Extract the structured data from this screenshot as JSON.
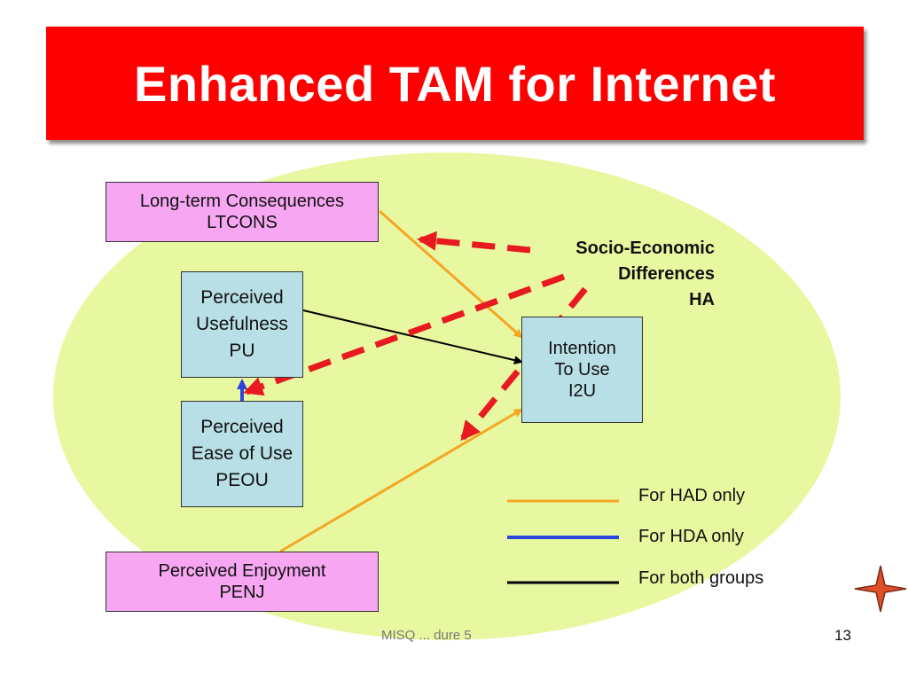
{
  "slide": {
    "title": "Enhanced TAM for Internet",
    "page_number": "13",
    "footer": "MISQ ... dure 5"
  },
  "nodes": {
    "ltcons": {
      "line1": "Long-term Consequences",
      "line2": "LTCONS"
    },
    "pu": {
      "line1": "Perceived",
      "line2": "Usefulness",
      "line3": "PU"
    },
    "peou": {
      "line1": "Perceived",
      "line2": "Ease of Use",
      "line3": "PEOU"
    },
    "penj": {
      "line1": "Perceived Enjoyment",
      "line2": "PENJ"
    },
    "i2u": {
      "line1": "Intention",
      "line2": "To Use",
      "line3": "I2U"
    }
  },
  "moderator": {
    "line1": "Socio-Economic",
    "line2": "Differences",
    "line3": "HA"
  },
  "legend": [
    {
      "label": "For HAD only",
      "color": "#f5a623"
    },
    {
      "label": "For HDA only",
      "color": "#2a44e0"
    },
    {
      "label": "For both groups",
      "color": "#000000"
    }
  ],
  "colors": {
    "title_bg": "#ff0000",
    "ellipse": "#e8f8a0",
    "node_pink": "#f7a6f2",
    "node_blue": "#b8dfe6",
    "moderator_dash": "#e8191f",
    "star": "#e04e2a"
  }
}
